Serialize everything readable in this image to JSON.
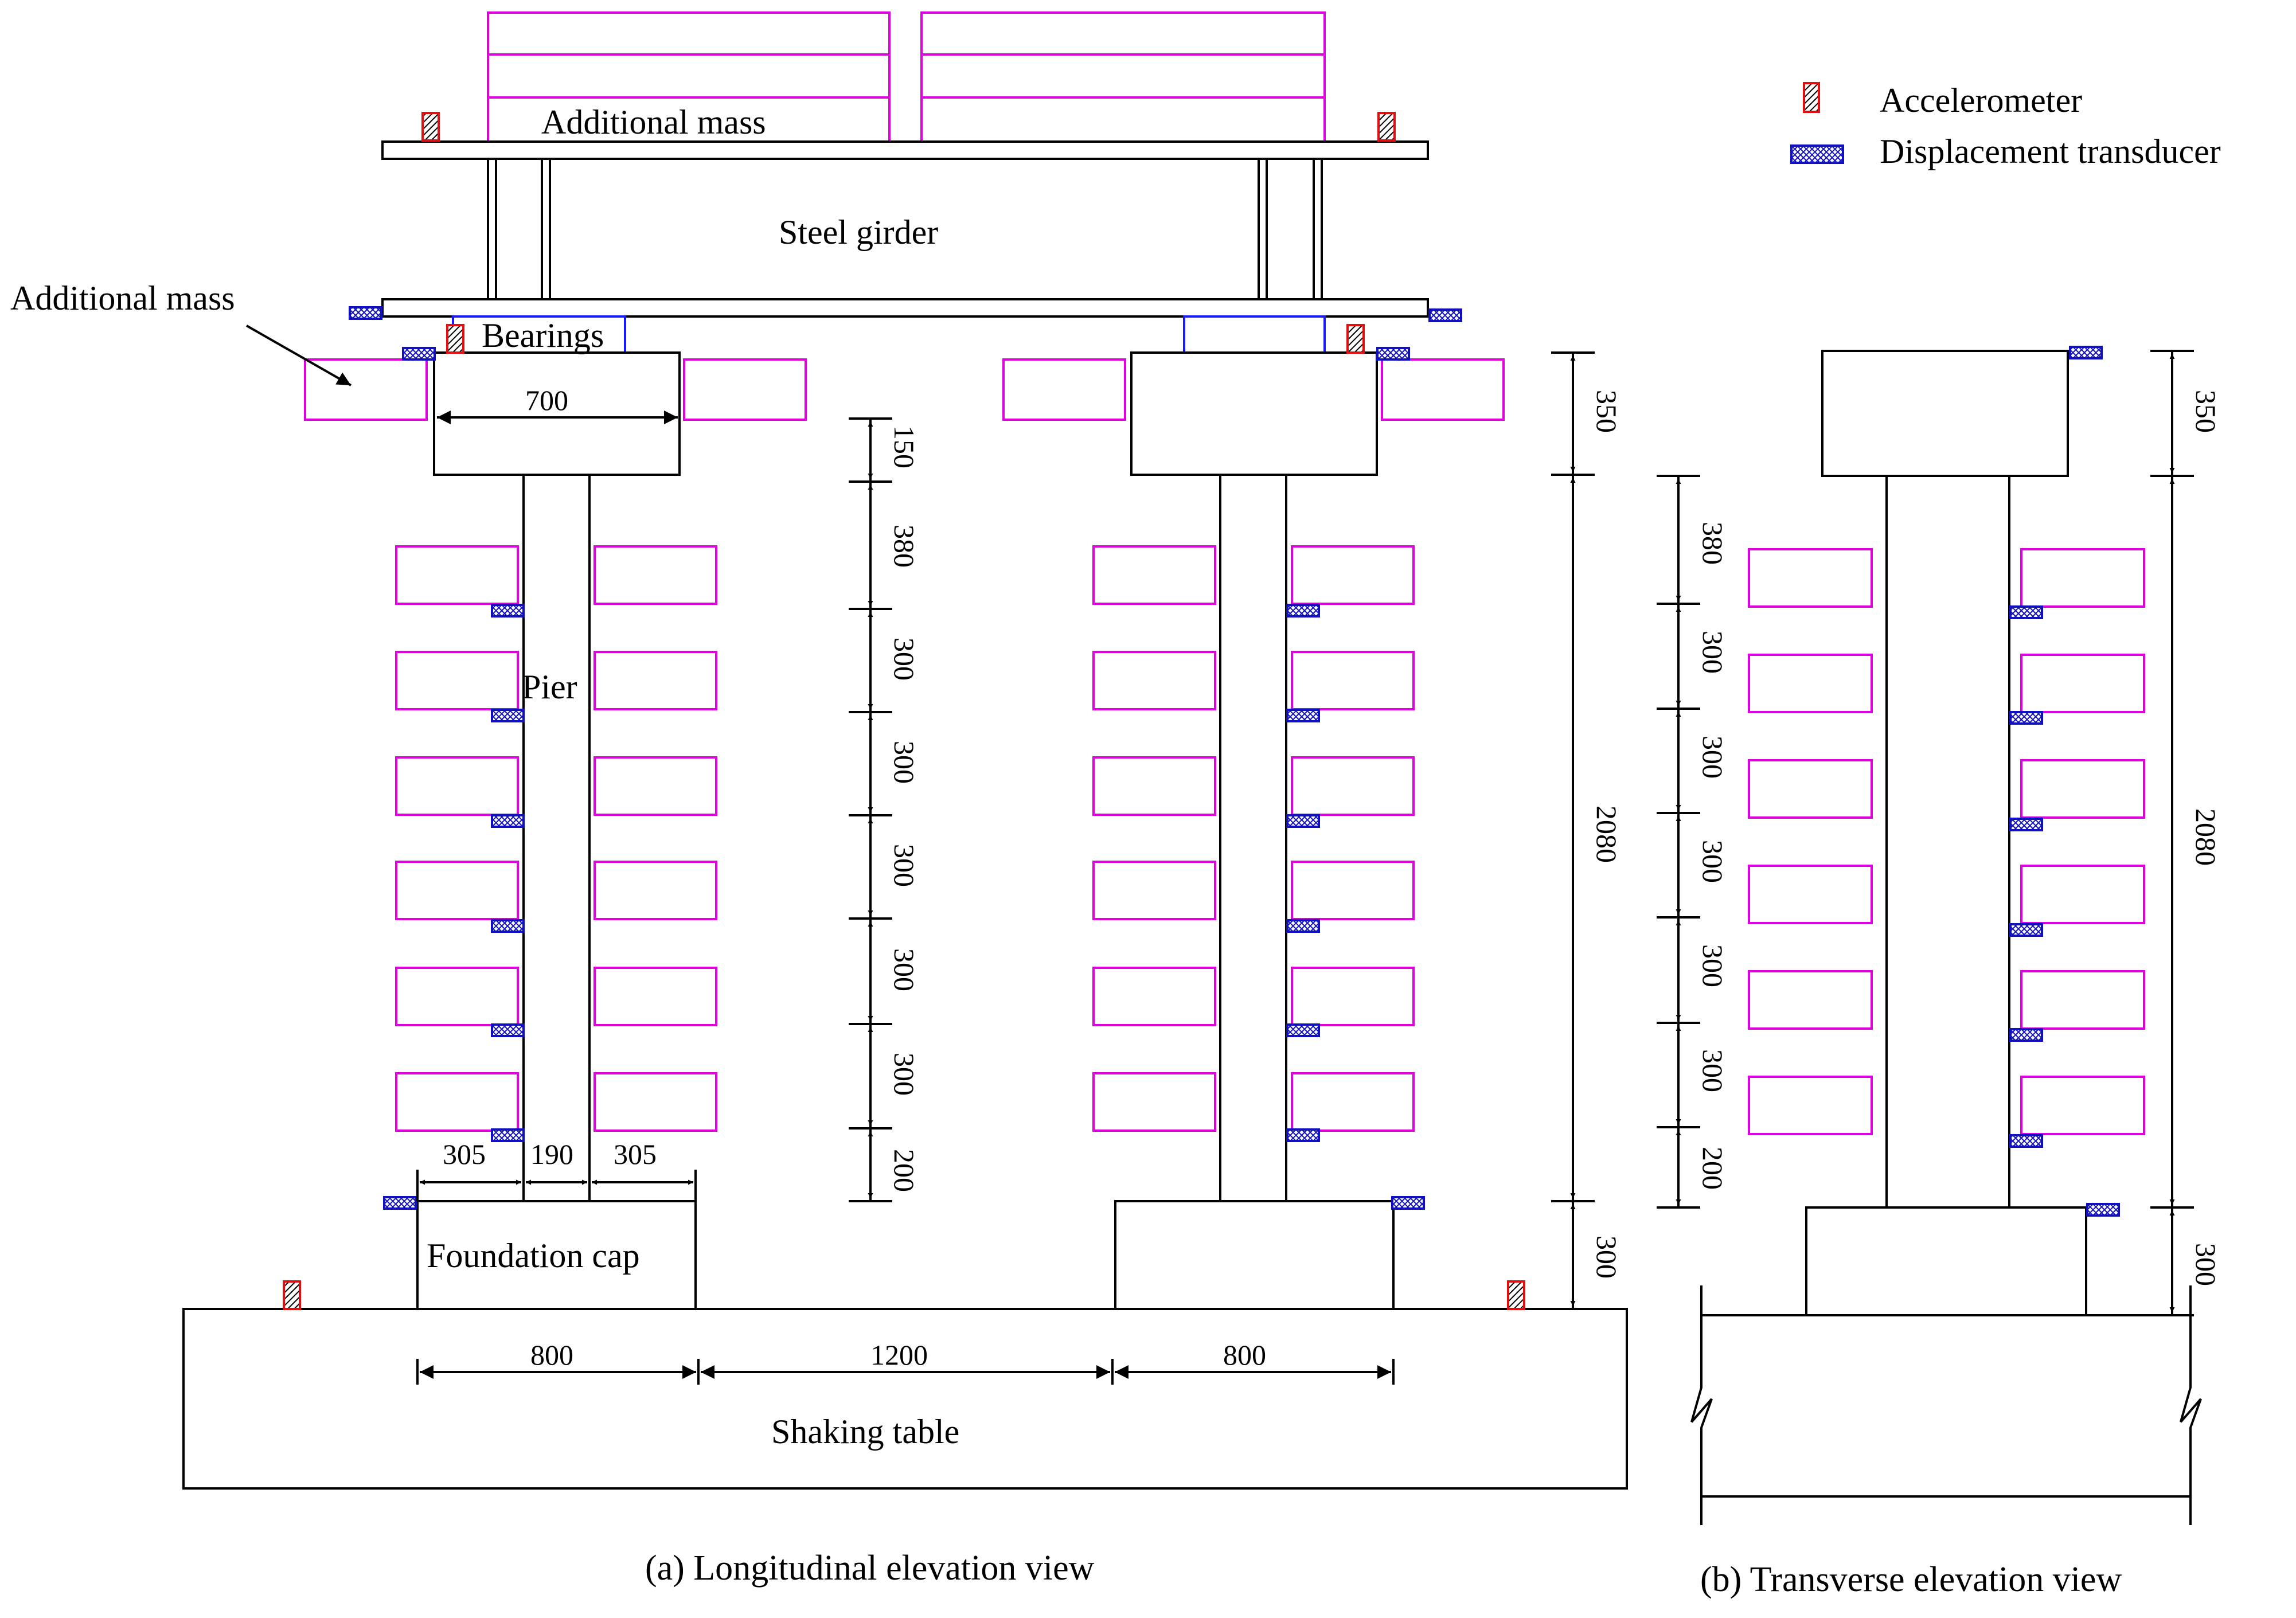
{
  "legend": {
    "accelerometer": "Accelerometer",
    "displacement_transducer": "Displacement transducer"
  },
  "labels": {
    "additional_mass_top": "Additional mass",
    "steel_girder": "Steel girder",
    "additional_mass_side": "Additional mass",
    "bearings": "Bearings",
    "pier": "Pier",
    "foundation_cap": "Foundation cap",
    "shaking_table": "Shaking table"
  },
  "dims_a": {
    "cap_width": "700",
    "seg_150": "150",
    "seg_380": "380",
    "seg_300_1": "300",
    "seg_300_2": "300",
    "seg_300_3": "300",
    "seg_300_4": "300",
    "seg_300_5": "300",
    "seg_200": "200",
    "left_305": "305",
    "mid_190": "190",
    "right_305": "305",
    "span_800_left": "800",
    "span_1200": "1200",
    "span_800_right": "800",
    "cap_350": "350",
    "pier_2080": "2080",
    "found_300": "300"
  },
  "dims_b": {
    "cap_350": "350",
    "pier_2080": "2080",
    "found_300": "300",
    "seg_380": "380",
    "seg_300_1": "300",
    "seg_300_2": "300",
    "seg_300_3": "300",
    "seg_300_4": "300",
    "seg_300_5": "300",
    "seg_200": "200"
  },
  "captions": {
    "a": "(a)  Longitudinal elevation view",
    "b": "(b)  Transverse elevation view"
  },
  "colors": {
    "mass": "#e000e0",
    "bearing": "#1a1aff",
    "accelerometer": "#e01010",
    "transducer": "#1010c0",
    "line": "#000000"
  }
}
